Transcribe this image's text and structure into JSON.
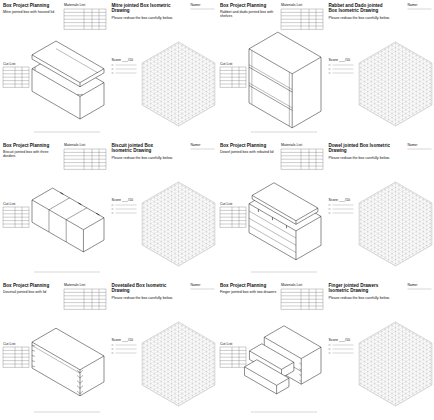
{
  "diagram": {
    "labels": [
      "Box Project Planning",
      "Mitre jointed box with housed lid",
      "Materials List",
      "Cut List",
      "Mitre jointed Box Isometric Drawing",
      "Please redraw the box carefully below.",
      "Name:",
      "Score ___/10",
      "Box Project Planning",
      "Rabbet and dado jointed box with shelves",
      "Materials List",
      "Cut List",
      "Rabbet and Dado jointed Box Isometric Drawing",
      "Please redraw the box carefully below.",
      "Name:",
      "Score ___/10",
      "Box Project Planning",
      "Biscuit jointed box with three dividers",
      "Materials List",
      "Cut List",
      "Biscuit jointed Box Isometric Drawing",
      "Please redraw the box carefully below.",
      "Name:",
      "Score ___/10",
      "Box Project Planning",
      "Dowel jointed box with rebated lid",
      "Materials List",
      "Cut List",
      "Dowel jointed Box Isometric Drawing",
      "Please redraw the box carefully below.",
      "Name:",
      "Score ___/10",
      "Box Project Planning",
      "Dovetail jointed box with lid",
      "Materials List",
      "Cut List",
      "Dovetailed Box Isometric Drawing",
      "Please redraw the box carefully below.",
      "Name:",
      "Score ___/10",
      "Box Project Planning",
      "Finger jointed box with two drawers",
      "Materials List",
      "Cut List",
      "Finger jointed Drawers Isometric Drawing",
      "Please redraw the box carefully below.",
      "Name:",
      "Score ___/10"
    ]
  }
}
